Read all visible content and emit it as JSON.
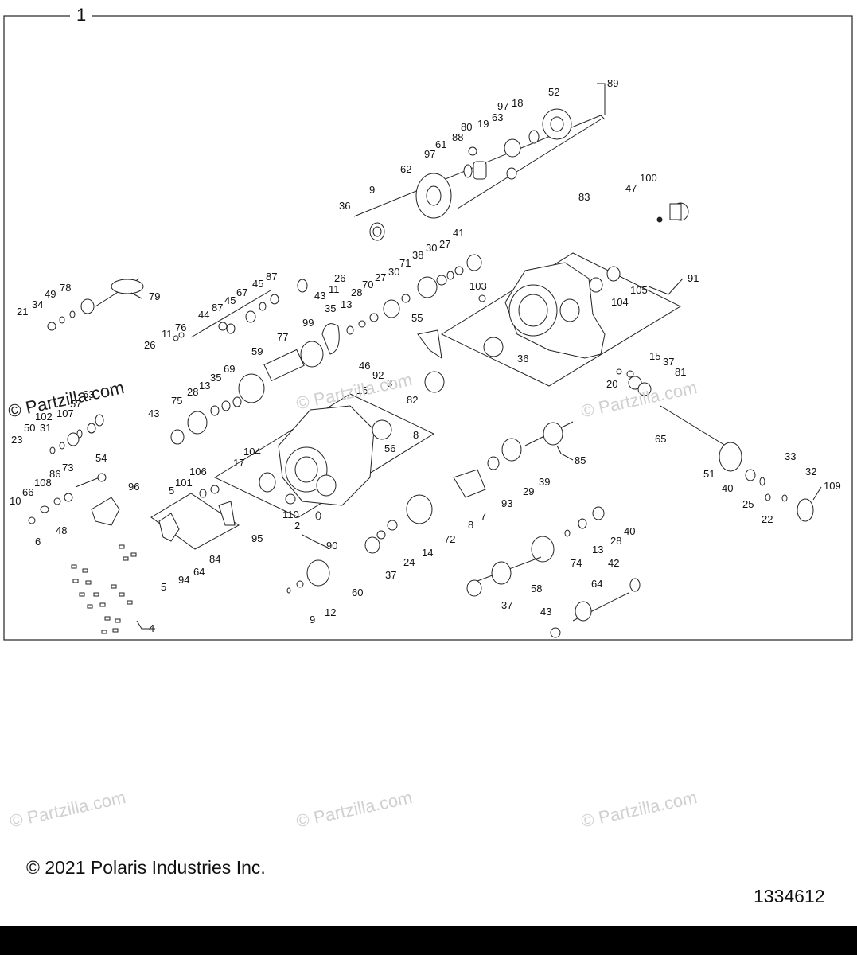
{
  "frame_label": "1",
  "copyright": "© 2021 Polaris Industries Inc.",
  "part_number": "1334612",
  "watermark": "© Partzilla.com",
  "callouts": [
    "89",
    "52",
    "18",
    "97",
    "63",
    "19",
    "80",
    "88",
    "61",
    "97",
    "62",
    "9",
    "36",
    "100",
    "47",
    "83",
    "41",
    "27",
    "30",
    "38",
    "71",
    "30",
    "27",
    "70",
    "28",
    "13",
    "35",
    "103",
    "91",
    "105",
    "104",
    "26",
    "11",
    "43",
    "87",
    "45",
    "67",
    "45",
    "87",
    "44",
    "76",
    "11",
    "26",
    "79",
    "78",
    "49",
    "34",
    "21",
    "99",
    "77",
    "59",
    "55",
    "46",
    "92",
    "3",
    "36",
    "82",
    "15",
    "37",
    "20",
    "81",
    "69",
    "35",
    "13",
    "28",
    "75",
    "43",
    "16",
    "8",
    "56",
    "63",
    "57",
    "107",
    "102",
    "31",
    "50",
    "23",
    "54",
    "73",
    "86",
    "108",
    "66",
    "10",
    "48",
    "96",
    "106",
    "101",
    "5",
    "6",
    "104",
    "17",
    "110",
    "2",
    "90",
    "84",
    "95",
    "94",
    "64",
    "5",
    "4",
    "65",
    "51",
    "40",
    "33",
    "32",
    "25",
    "22",
    "109",
    "85",
    "39",
    "29",
    "93",
    "7",
    "8",
    "72",
    "14",
    "24",
    "37",
    "60",
    "12",
    "9",
    "28",
    "40",
    "13",
    "74",
    "42",
    "58",
    "37",
    "64",
    "43"
  ]
}
